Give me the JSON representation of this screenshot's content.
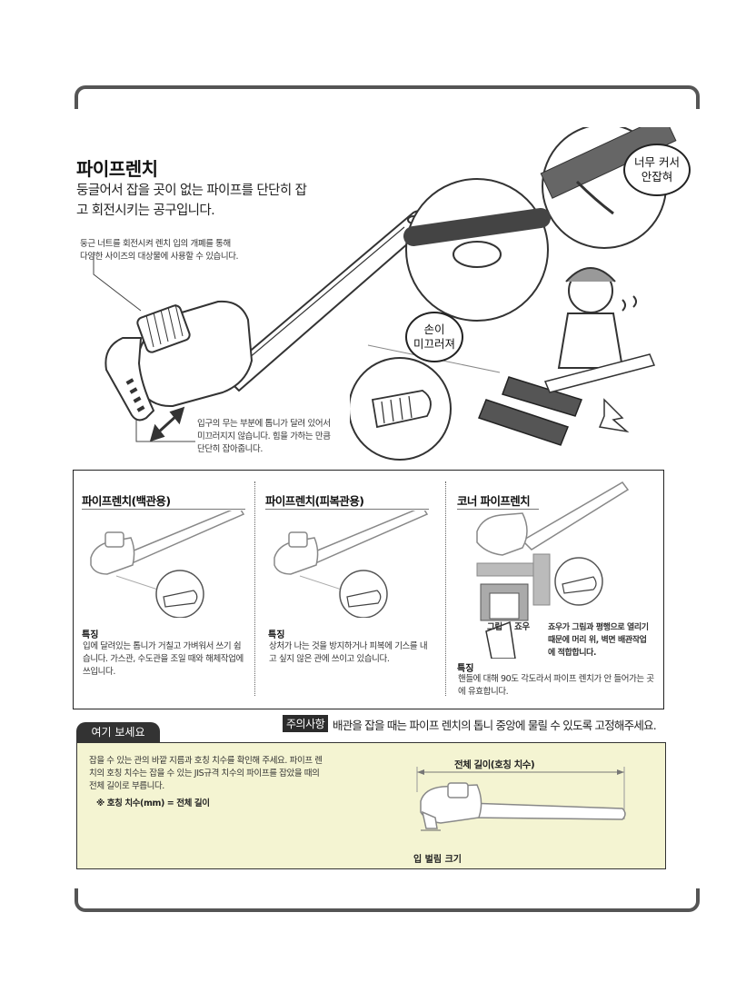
{
  "header": {
    "title": "파이프렌치",
    "subtitle": "둥글어서 잡을 곳이 없는 파이프를 단단히 잡고 회전시키는 공구입니다."
  },
  "notes": {
    "nut": "둥근 너트를 회전시켜 렌치 입의 개폐를 통해 다양한 사이즈의 대상물에 사용할 수 있습니다.",
    "teeth": "입구의 무는 부분에 톱니가 달려 있어서 미끄러지지 않습니다. 힘을 가하는 만큼 단단히 잡아줍니다."
  },
  "bubbles": {
    "too_big": "너무 커서\n안잡혀",
    "slip": "손이\n미끄러져"
  },
  "types": [
    {
      "title": "파이프렌치(백관용)",
      "feature_label": "특징",
      "feature": "입에 달려있는 톱니가 거칠고 가벼워서 쓰기 쉽습니다. 가스관, 수도관을 조일 때와 해체작업에 쓰입니다."
    },
    {
      "title": "파이프렌치(피복관용)",
      "feature_label": "특징",
      "feature": "상처가 나는 것을 방지하거나 피복에 기스를 내고 싶지 않은 관에 쓰이고 있습니다."
    },
    {
      "title": "코너 파이프렌치",
      "label_grip": "그립",
      "label_jaw": "죠우",
      "side_note": "죠우가 그림과 평행으로 열리기 때문에 머리 위, 벽면 배관작업에 적합합니다.",
      "feature_label": "특징",
      "feature": "핸들에 대해 90도 각도라서 파이프 렌치가 안 들어가는 곳에 유효합니다."
    }
  ],
  "caution": {
    "badge": "주의사항",
    "text": "배관을 잡을 때는 파이프 렌치의 톱니 중앙에 물릴 수 있도록 고정해주세요."
  },
  "look": {
    "tab": "여기 보세요",
    "text": "잡을 수 있는 관의 바깥 지름과 호칭 치수를 확인해 주세요. 파이프 렌치의 호칭 치수는 잡을 수 있는 JIS규격 치수의 파이프를 잡았을 때의 전체 길이로 부릅니다.",
    "formula": "※ 호칭 치수(mm) = 전체 길이",
    "dim_total": "전체 길이(호칭 치수)",
    "dim_mouth": "입 벌림 크기"
  },
  "colors": {
    "frame": "#555555",
    "panel_bg": "#f4f4d2",
    "badge_bg": "#2b2b2b"
  }
}
